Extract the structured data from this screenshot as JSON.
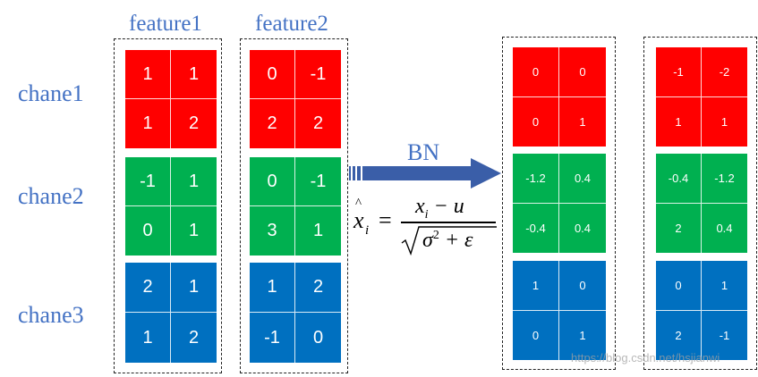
{
  "headers": {
    "feature1": "feature1",
    "feature2": "feature2"
  },
  "rows": [
    "chane1",
    "chane2",
    "chane3"
  ],
  "arrow_label": "BN",
  "formula": {
    "lhs": "x",
    "lhs_subscript": "i",
    "numerator": "x",
    "numerator_subscript": "i",
    "numerator_rest": " − u",
    "sigma": "σ",
    "exponent": "2",
    "denominator_rest": " + ε"
  },
  "colors": {
    "chane1": "#ff0000",
    "chane2": "#00b050",
    "chane3": "#0070c0",
    "text": "#4472c4",
    "arrow": "#3a5ea8"
  },
  "input": {
    "feature1": {
      "chane1": [
        [
          "1",
          "1"
        ],
        [
          "1",
          "2"
        ]
      ],
      "chane2": [
        [
          "-1",
          "1"
        ],
        [
          "0",
          "1"
        ]
      ],
      "chane3": [
        [
          "2",
          "1"
        ],
        [
          "1",
          "2"
        ]
      ]
    },
    "feature2": {
      "chane1": [
        [
          "0",
          "-1"
        ],
        [
          "2",
          "2"
        ]
      ],
      "chane2": [
        [
          "0",
          "-1"
        ],
        [
          "3",
          "1"
        ]
      ],
      "chane3": [
        [
          "1",
          "2"
        ],
        [
          "-1",
          "0"
        ]
      ]
    }
  },
  "output": {
    "feature1": {
      "chane1": [
        [
          "0",
          "0"
        ],
        [
          "0",
          "1"
        ]
      ],
      "chane2": [
        [
          "-1.2",
          "0.4"
        ],
        [
          "-0.4",
          "0.4"
        ]
      ],
      "chane3": [
        [
          "1",
          "0"
        ],
        [
          "0",
          "1"
        ]
      ]
    },
    "feature2": {
      "chane1": [
        [
          "-1",
          "-2"
        ],
        [
          "1",
          "1"
        ]
      ],
      "chane2": [
        [
          "-0.4",
          "-1.2"
        ],
        [
          "2",
          "0.4"
        ]
      ],
      "chane3": [
        [
          "0",
          "1"
        ],
        [
          "2",
          "-1"
        ]
      ]
    }
  },
  "watermark": "https://blog.csdn.net/hsjianwi"
}
